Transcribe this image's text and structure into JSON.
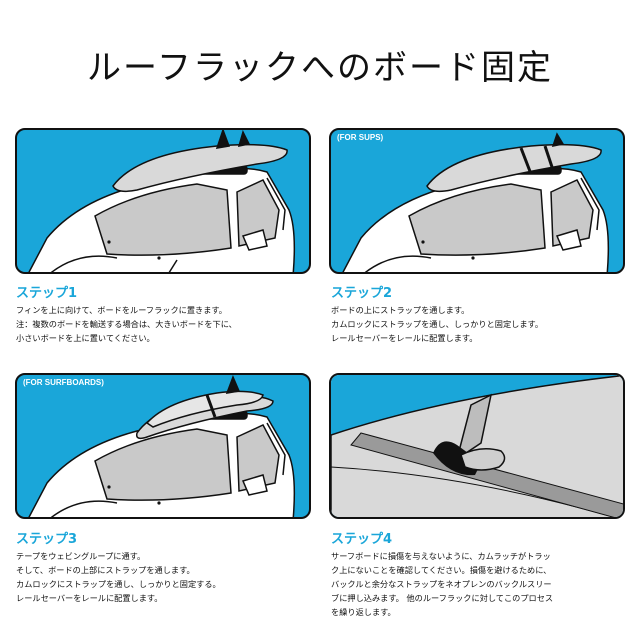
{
  "title": "ルーフラックへのボード固定",
  "colors": {
    "accent": "#1aa6d9",
    "panel_bg": "#1aa6d9",
    "board": "#d9d9d9",
    "strap": "#8a8a8a"
  },
  "steps": [
    {
      "tag": "",
      "title": "ステップ1",
      "lines": [
        "フィンを上に向けて、ボードをルーフラックに置きます。",
        "注：複数のボードを輸送する場合は、大きいボードを下に、",
        "小さいボードを上に置いてください。"
      ]
    },
    {
      "tag": "(FOR SUPS)",
      "title": "ステップ2",
      "lines": [
        "ボードの上にストラップを通します。",
        "カムロックにストラップを通し、しっかりと固定します。",
        "レールセーバーをレールに配置します。"
      ]
    },
    {
      "tag": "(FOR SURFBOARDS)",
      "title": "ステップ3",
      "lines": [
        "テープをウェビングループに通す。",
        "そして、ボードの上部にストラップを通します。",
        "カムロックにストラップを通し、しっかりと固定する。",
        "レールセーバーをレールに配置します。"
      ]
    },
    {
      "tag": "",
      "title": "ステップ4",
      "lines": [
        "サーフボードに損傷を与えないように、カムラッチがトラッ",
        "ク上にないことを確認してください。損傷を避けるために、",
        "バックルと余分なストラップをネオプレンのバックルスリー",
        "ブに押し込みます。 他のルーフラックに対してこのプロセス",
        "を繰り返します。"
      ]
    }
  ]
}
